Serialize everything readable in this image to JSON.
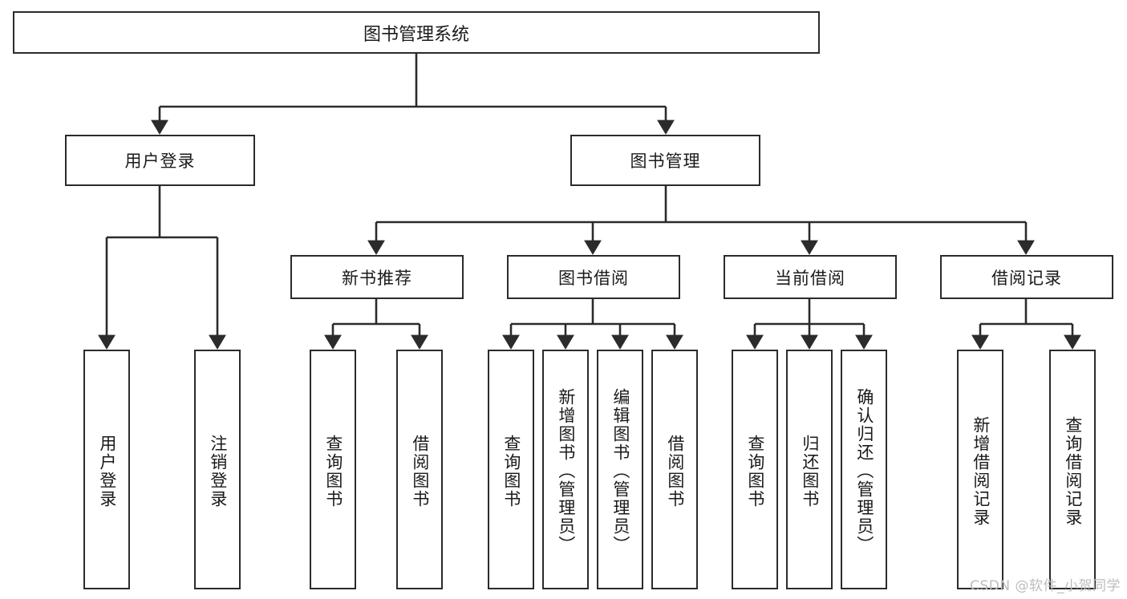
{
  "diagram": {
    "type": "tree-hierarchy",
    "title": "图书管理系统",
    "watermark": "CSDN @软件_小贺同学",
    "colors": {
      "stroke": "#2b2b2b",
      "fill": "#ffffff",
      "text": "#1a1a1a",
      "watermark": "#bdbdbd",
      "background": "#ffffff"
    },
    "root": {
      "label": "图书管理系统"
    },
    "level1": [
      {
        "label": "用户登录"
      },
      {
        "label": "图书管理"
      }
    ],
    "level2": [
      {
        "label": "新书推荐"
      },
      {
        "label": "图书借阅"
      },
      {
        "label": "当前借阅"
      },
      {
        "label": "借阅记录"
      }
    ],
    "leaves": {
      "user_login": [
        {
          "label": "用户登录"
        },
        {
          "label": "注销登录"
        }
      ],
      "new_book": [
        {
          "label": "查询图书"
        },
        {
          "label": "借阅图书"
        }
      ],
      "borrow": [
        {
          "label": "查询图书"
        },
        {
          "label": "新增图书（管理员）"
        },
        {
          "label": "编辑图书（管理员）"
        },
        {
          "label": "借阅图书"
        }
      ],
      "current": [
        {
          "label": "查询图书"
        },
        {
          "label": "归还图书"
        },
        {
          "label": "确认归还（管理员）"
        }
      ],
      "records": [
        {
          "label": "新增借阅记录"
        },
        {
          "label": "查询借阅记录"
        }
      ]
    }
  }
}
